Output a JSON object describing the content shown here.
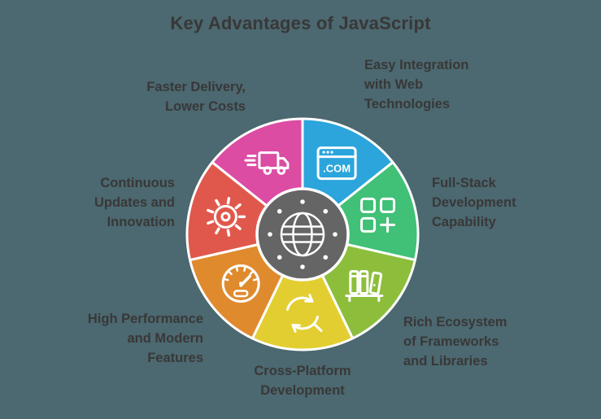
{
  "title": "Key Advantages of JavaScript",
  "background_color": "#4C6870",
  "text_color": "#383838",
  "wheel": {
    "center_color": "#656565",
    "center_icon": "globe-icon",
    "separator_color": "#FFFFFF",
    "icon_color": "#FFFFFF"
  },
  "segments": [
    {
      "id": "easy-integration",
      "label": "Easy Integration\nwith Web\nTechnologies",
      "color": "#2BA5DC",
      "icon": "browser-com-icon",
      "icon_text": ".COM"
    },
    {
      "id": "full-stack",
      "label": "Full-Stack\nDevelopment\nCapability",
      "color": "#41C077",
      "icon": "modules-plus-icon"
    },
    {
      "id": "rich-ecosystem",
      "label": "Rich Ecosystem\nof Frameworks\nand Libraries",
      "color": "#8CBE3C",
      "icon": "books-shelf-icon"
    },
    {
      "id": "cross-platform",
      "label": "Cross-Platform\nDevelopment",
      "color": "#E2CE31",
      "icon": "sync-arrows-icon"
    },
    {
      "id": "high-performance",
      "label": "High Performance\nand Modern\nFeatures",
      "color": "#E08A2E",
      "icon": "speedometer-icon"
    },
    {
      "id": "continuous-updates",
      "label": "Continuous\nUpdates and\nInnovation",
      "color": "#E0584C",
      "icon": "gear-icon"
    },
    {
      "id": "faster-delivery",
      "label": "Faster Delivery,\nLower Costs",
      "color": "#DC4CA3",
      "icon": "delivery-truck-icon"
    }
  ]
}
